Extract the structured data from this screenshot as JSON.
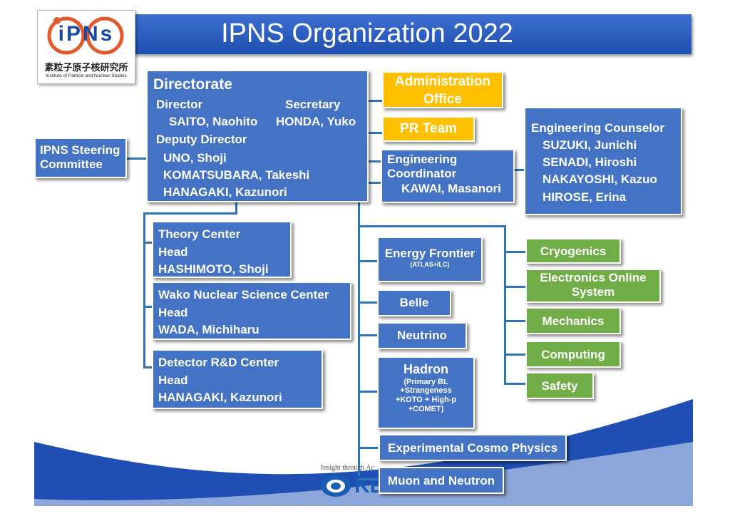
{
  "title": "IPNS Organization 2022",
  "logo": {
    "letters": "iPNs",
    "japanese": "素粒子原子核研究所",
    "english": "Institute of Particle and Nuclear Studies"
  },
  "footer": {
    "tagline": "Insight through Ac",
    "kek": "KEK"
  },
  "directorate": {
    "heading": "Directorate",
    "director_label": "Director",
    "director_name": "SAITO, Naohito",
    "secretary_label": "Secretary",
    "secretary_name": "HONDA, Yuko",
    "deputy_label": "Deputy Director",
    "deputies": [
      "UNO, Shoji",
      "KOMATSUBARA, Takeshi",
      "HANAGAKI, Kazunori"
    ]
  },
  "steering": {
    "line1": "IPNS Steering",
    "line2": "Committee"
  },
  "admin": {
    "line1": "Administration",
    "line2": "Office"
  },
  "pr_team": "PR Team",
  "eng_coordinator": {
    "line1": "Engineering",
    "line2": "Coordinator",
    "name": "KAWAI, Masanori"
  },
  "eng_counselor": {
    "heading": "Engineering Counselor",
    "names": [
      "SUZUKI, Junichi",
      "SENADI, Hiroshi",
      "NAKAYOSHI, Kazuo",
      "HIROSE, Erina"
    ]
  },
  "centers": [
    {
      "name": "Theory Center",
      "role": "Head",
      "person": "HASHIMOTO, Shoji"
    },
    {
      "name": "Wako Nuclear Science Center",
      "role": "Head",
      "person": "WADA, Michiharu"
    },
    {
      "name": "Detector R&D Center",
      "role": "Head",
      "person": "HANAGAKI, Kazunori"
    }
  ],
  "projects": {
    "energy": {
      "name": "Energy Frontier",
      "sub": "(ATLAS+ILC)"
    },
    "belle": "Belle",
    "neutrino": "Neutrino",
    "hadron": {
      "name": "Hadron",
      "sub1": "(Primary BL",
      "sub2": "+Strangeness",
      "sub3": "+KOTO + High-p",
      "sub4": "+COMET)"
    },
    "cosmo": "Experimental Cosmo Physics",
    "muon": "Muon and Neutron"
  },
  "groups": {
    "cryogenics": "Cryogenics",
    "electronics": {
      "line1": "Electronics Online",
      "line2": "System"
    },
    "mechanics": "Mechanics",
    "computing": "Computing",
    "safety": "Safety"
  },
  "colors": {
    "box_blue": "#4472c4",
    "title_blue": "#2f5ec4",
    "group_green": "#70ad47",
    "admin_orange": "#ffc000",
    "connector": "#2e75b6"
  }
}
